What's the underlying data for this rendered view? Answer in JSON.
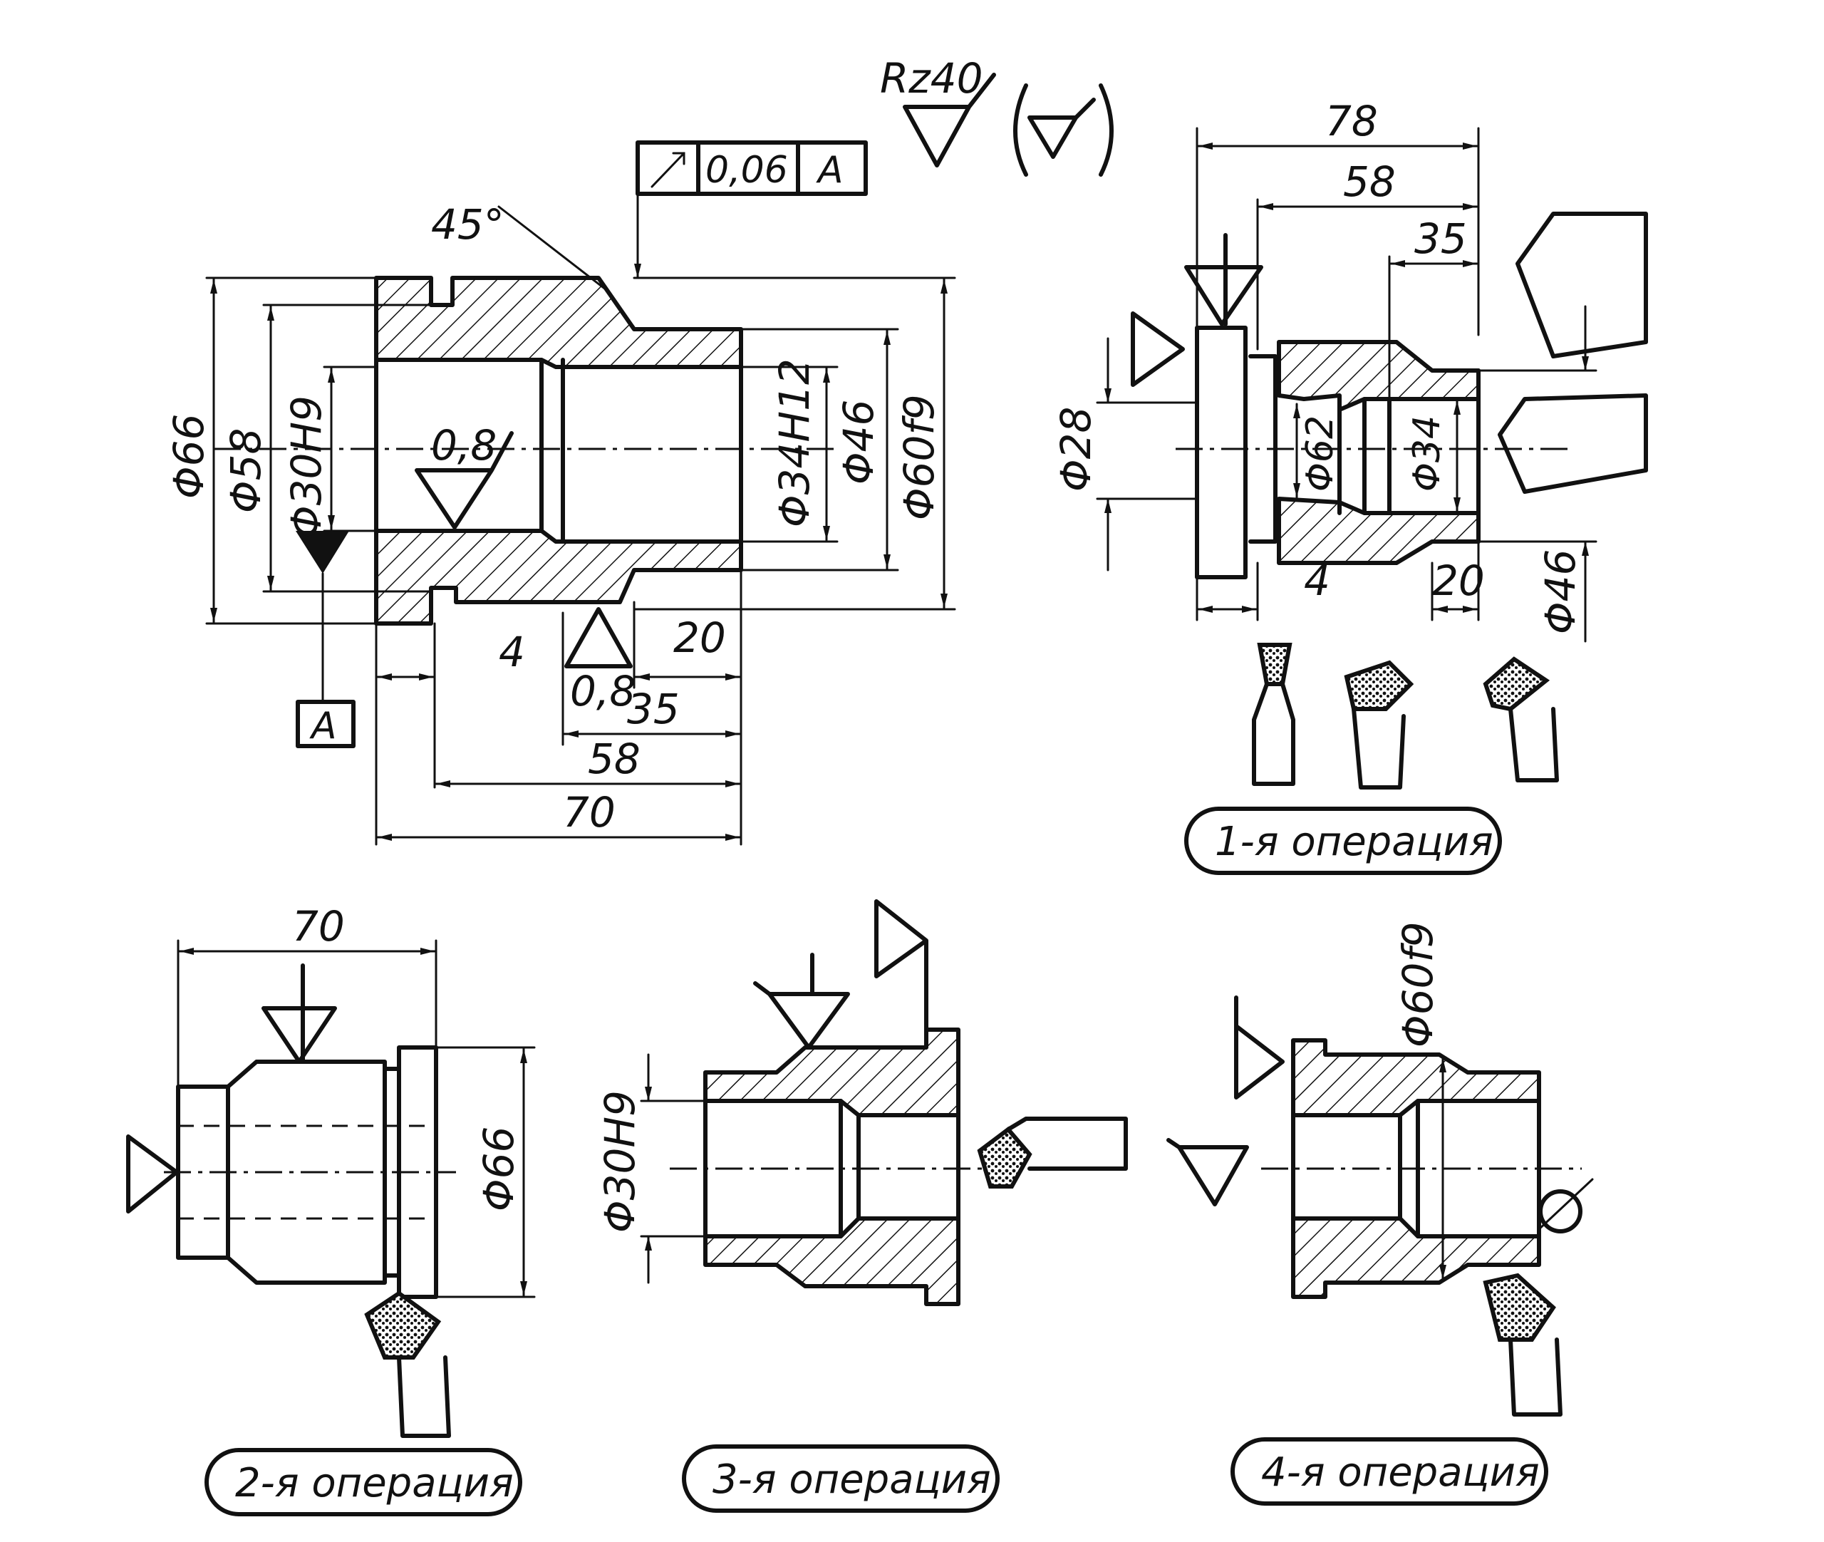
{
  "part": {
    "roughness_general": "Rz40",
    "roughness_fine_1": "0,8",
    "roughness_fine_2": "0,8",
    "chamfer": "45°",
    "runout": {
      "value": "0,06",
      "datum": "A"
    },
    "datum_label": "A",
    "diameters": {
      "outer_flange": "Φ66",
      "groove": "Φ58",
      "bore_small": "Φ30H9",
      "bore_large": "Φ34H12",
      "neck": "Φ46",
      "outer_main": "Φ60f9"
    },
    "lengths": {
      "groove": "4",
      "neck": "20",
      "bore": "35",
      "shoulder": "58",
      "total": "70"
    }
  },
  "operations": [
    {
      "caption": "1-я операция",
      "dims": {
        "l1": "78",
        "l2": "58",
        "l3": "35",
        "l4": "4",
        "l5": "20",
        "d1": "Φ28",
        "d2": "Φ62",
        "d3": "Φ34",
        "d4": "Φ46"
      }
    },
    {
      "caption": "2-я операция",
      "dims": {
        "l1": "70",
        "d1": "Φ66"
      }
    },
    {
      "caption": "3-я операция",
      "dims": {
        "d1": "Φ30H9"
      }
    },
    {
      "caption": "4-я операция",
      "dims": {
        "d1": "Φ60f9"
      }
    }
  ],
  "colors": {
    "ink": "#111111",
    "paper": "#ffffff"
  }
}
